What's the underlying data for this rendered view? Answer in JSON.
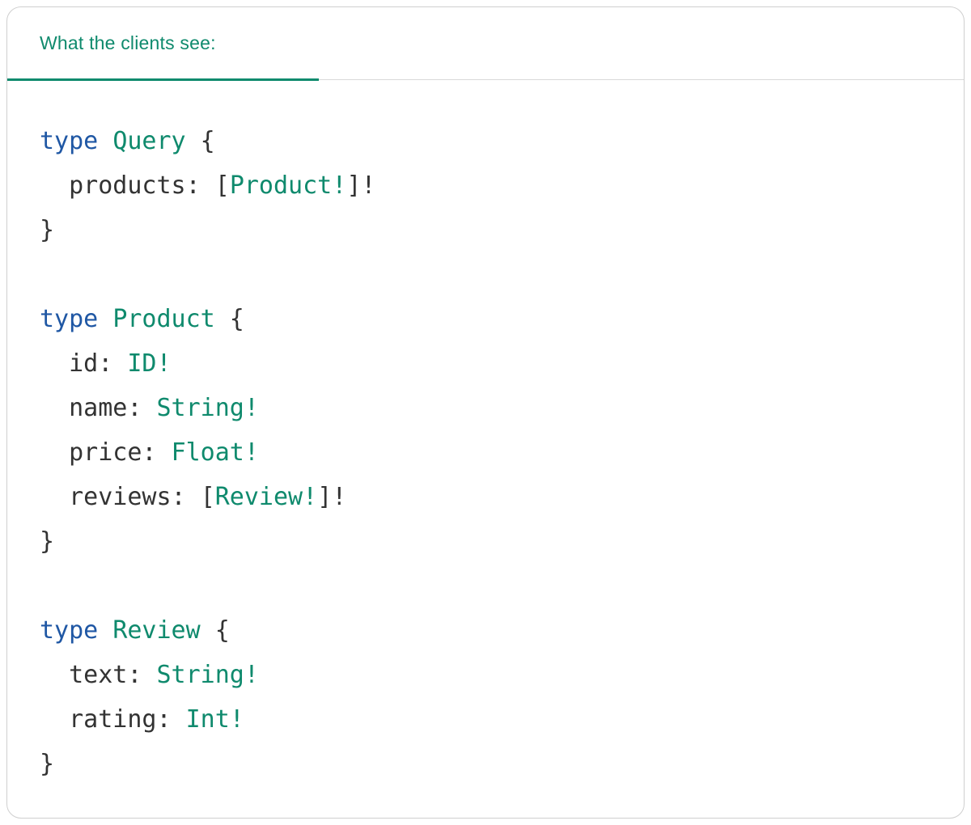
{
  "card": {
    "tab_label": "What the clients see:"
  },
  "colors": {
    "accent_teal": "#0f8a6d",
    "keyword_blue": "#1f57a4",
    "text_dark": "#333333"
  },
  "code": {
    "language": "graphql",
    "lines": [
      {
        "tokens": [
          {
            "t": "type",
            "c": "kw"
          },
          {
            "t": " ",
            "c": "pl"
          },
          {
            "t": "Query",
            "c": "ty"
          },
          {
            "t": " {",
            "c": "pl"
          }
        ]
      },
      {
        "tokens": [
          {
            "t": "  products: ",
            "c": "pl"
          },
          {
            "t": "[",
            "c": "pl"
          },
          {
            "t": "Product!",
            "c": "ty"
          },
          {
            "t": "]!",
            "c": "pl"
          }
        ]
      },
      {
        "tokens": [
          {
            "t": "}",
            "c": "pl"
          }
        ]
      },
      {
        "tokens": []
      },
      {
        "tokens": [
          {
            "t": "type",
            "c": "kw"
          },
          {
            "t": " ",
            "c": "pl"
          },
          {
            "t": "Product",
            "c": "ty"
          },
          {
            "t": " {",
            "c": "pl"
          }
        ]
      },
      {
        "tokens": [
          {
            "t": "  id: ",
            "c": "pl"
          },
          {
            "t": "ID!",
            "c": "ty"
          }
        ]
      },
      {
        "tokens": [
          {
            "t": "  name: ",
            "c": "pl"
          },
          {
            "t": "String!",
            "c": "ty"
          }
        ]
      },
      {
        "tokens": [
          {
            "t": "  price: ",
            "c": "pl"
          },
          {
            "t": "Float!",
            "c": "ty"
          }
        ]
      },
      {
        "tokens": [
          {
            "t": "  reviews: ",
            "c": "pl"
          },
          {
            "t": "[",
            "c": "pl"
          },
          {
            "t": "Review!",
            "c": "ty"
          },
          {
            "t": "]!",
            "c": "pl"
          }
        ]
      },
      {
        "tokens": [
          {
            "t": "}",
            "c": "pl"
          }
        ]
      },
      {
        "tokens": []
      },
      {
        "tokens": [
          {
            "t": "type",
            "c": "kw"
          },
          {
            "t": " ",
            "c": "pl"
          },
          {
            "t": "Review",
            "c": "ty"
          },
          {
            "t": " {",
            "c": "pl"
          }
        ]
      },
      {
        "tokens": [
          {
            "t": "  text: ",
            "c": "pl"
          },
          {
            "t": "String!",
            "c": "ty"
          }
        ]
      },
      {
        "tokens": [
          {
            "t": "  rating: ",
            "c": "pl"
          },
          {
            "t": "Int!",
            "c": "ty"
          }
        ]
      },
      {
        "tokens": [
          {
            "t": "}",
            "c": "pl"
          }
        ]
      }
    ]
  }
}
